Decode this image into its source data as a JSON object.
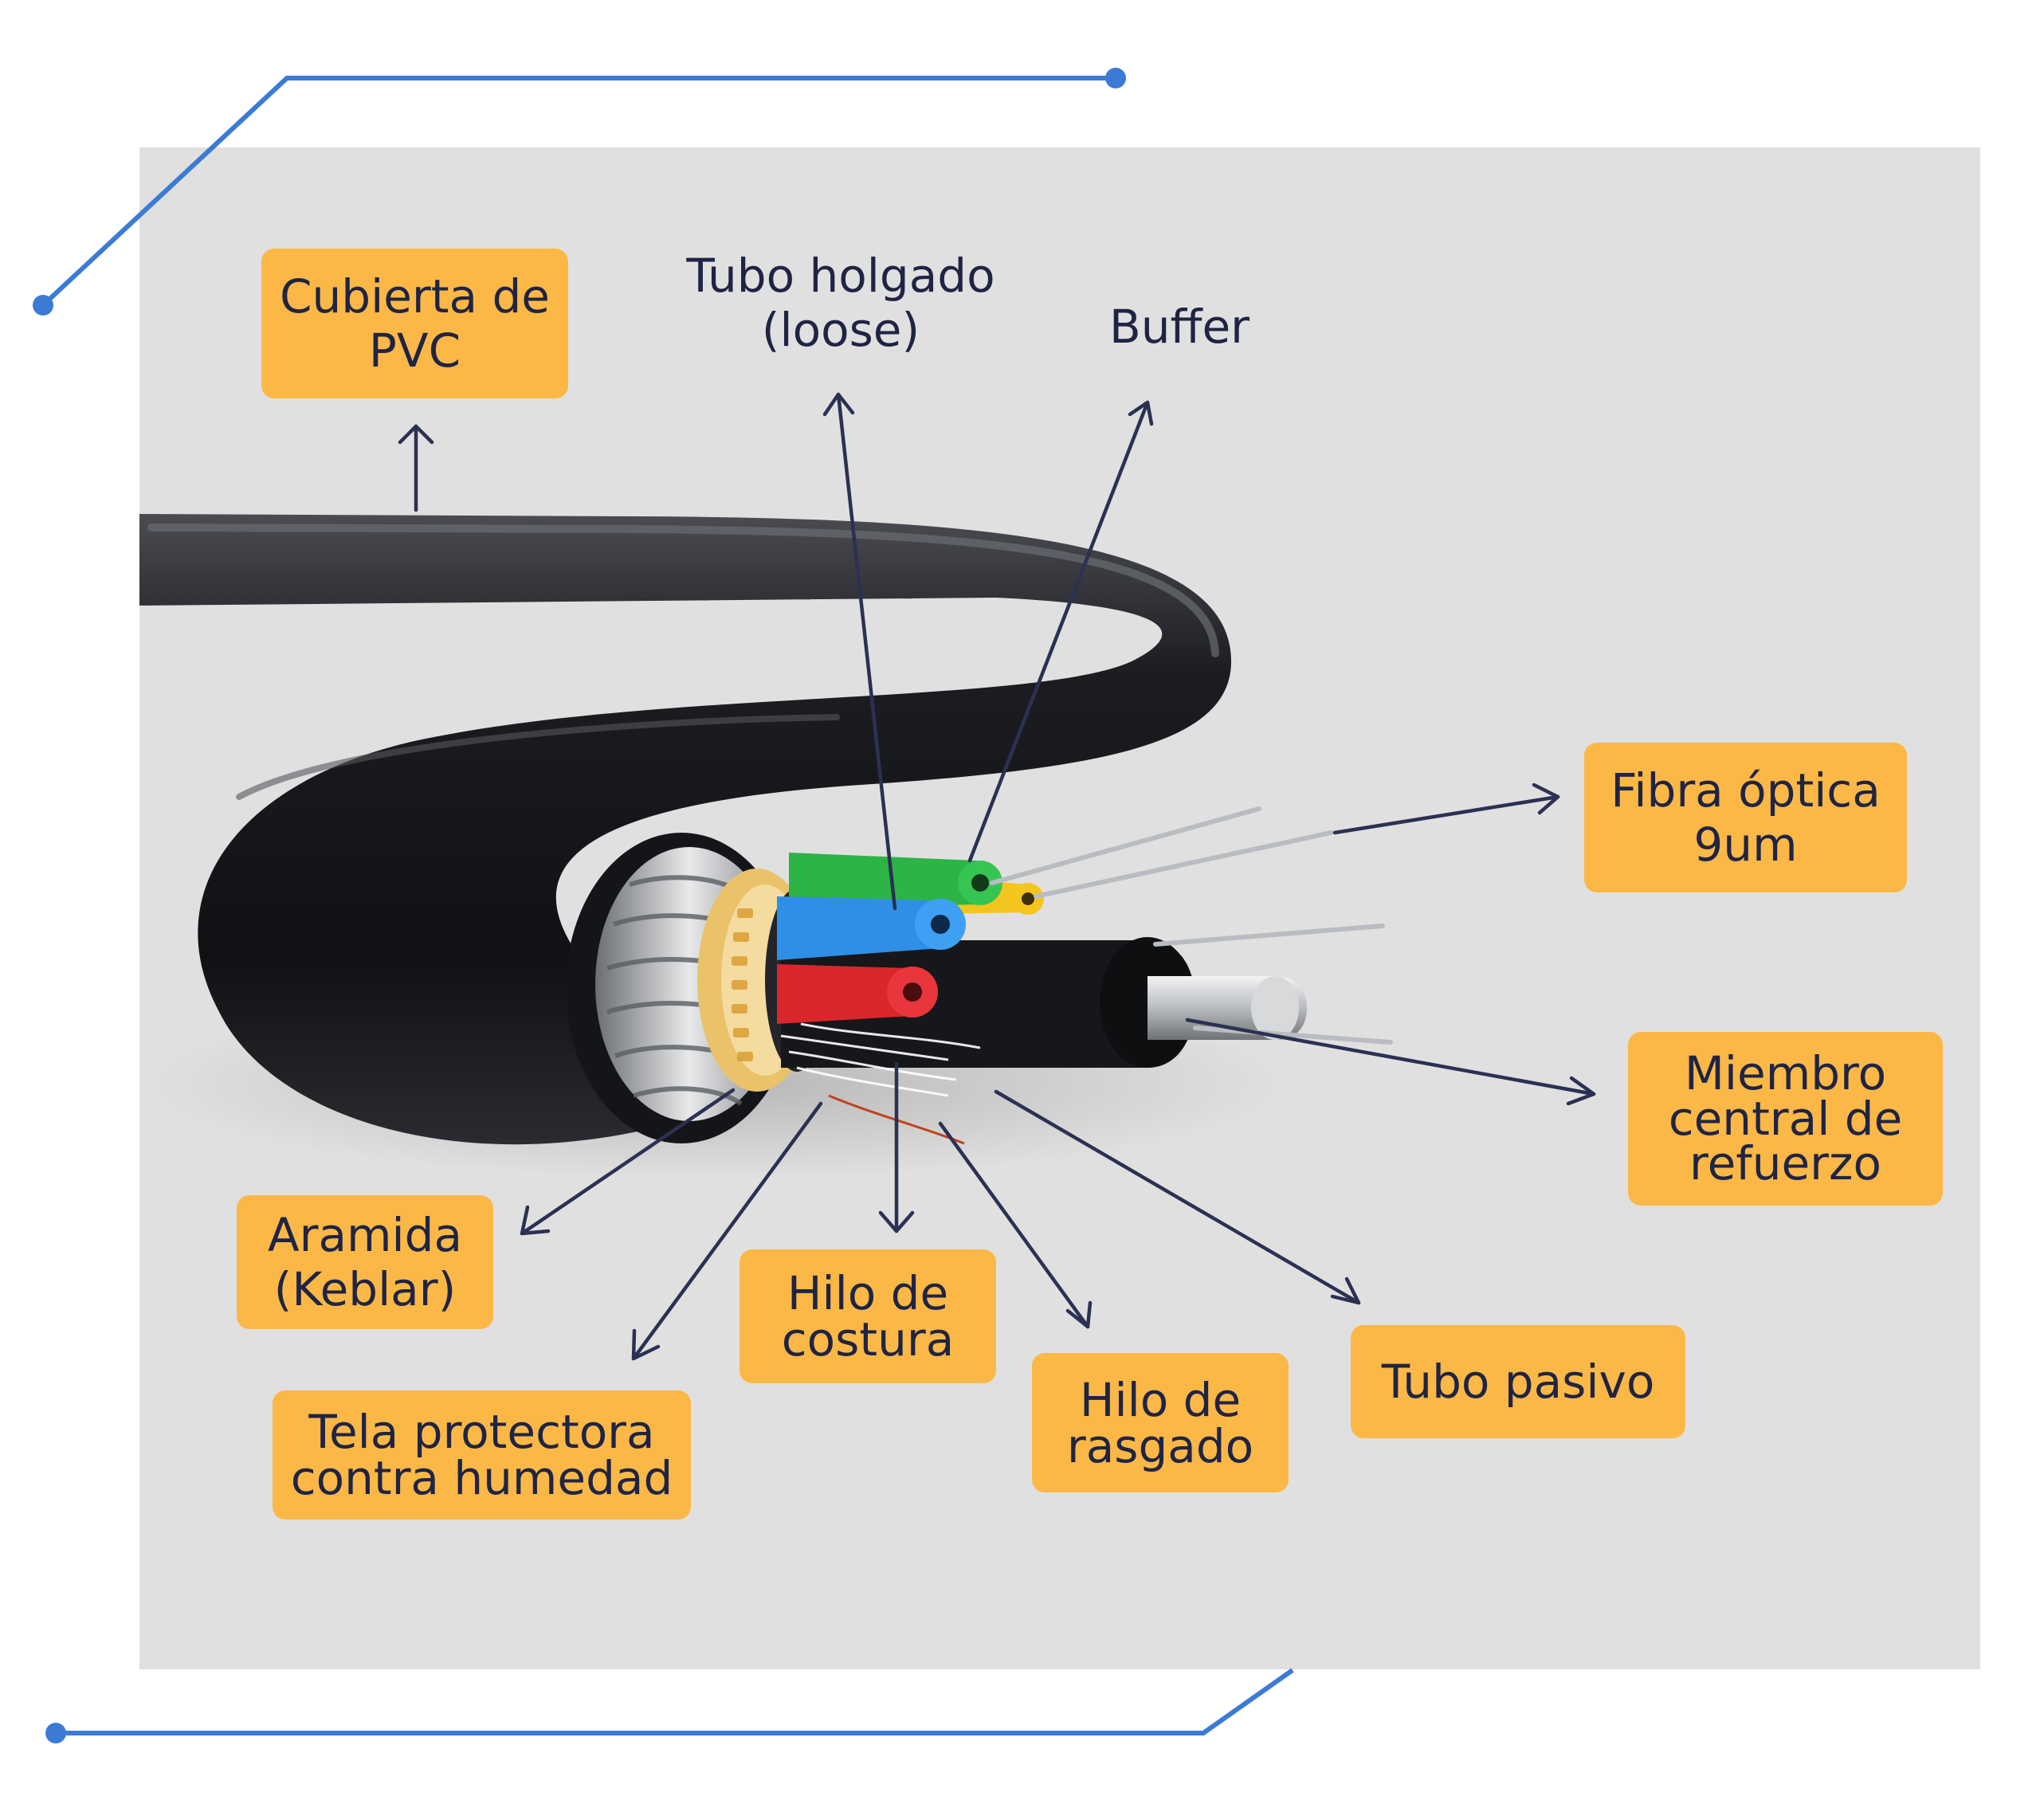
{
  "diagram": {
    "subject": "fiber-optic-cable-cross-section",
    "colors": {
      "background_panel": "#e0e0e0",
      "frame_line": "#3b7bd6",
      "label_box": "#fbb846",
      "label_text": "#1f2444",
      "cable_jacket": "#1a1b1e",
      "leader_arrow": "#2a3152"
    },
    "tube_colors": [
      "#2db446",
      "#2f8fe6",
      "#d9262d",
      "#f5c51f"
    ]
  },
  "labels": {
    "cubierta_pvc": {
      "lines": [
        "Cubierta de",
        "PVC"
      ]
    },
    "tubo_holgado": {
      "lines": [
        "Tubo holgado",
        "(loose)"
      ]
    },
    "buffer": {
      "lines": [
        "Buffer"
      ]
    },
    "fibra_optica": {
      "lines": [
        "Fibra óptica",
        "9um"
      ]
    },
    "miembro_central": {
      "lines": [
        "Miembro",
        "central de",
        "refuerzo"
      ]
    },
    "aramida": {
      "lines": [
        "Aramida",
        "(Keblar)"
      ]
    },
    "hilo_costura": {
      "lines": [
        "Hilo de",
        "costura"
      ]
    },
    "hilo_rasgado": {
      "lines": [
        "Hilo de",
        "rasgado"
      ]
    },
    "tubo_pasivo": {
      "lines": [
        "Tubo pasivo"
      ]
    },
    "tela_protectora": {
      "lines": [
        "Tela protectora",
        "contra humedad"
      ]
    }
  }
}
